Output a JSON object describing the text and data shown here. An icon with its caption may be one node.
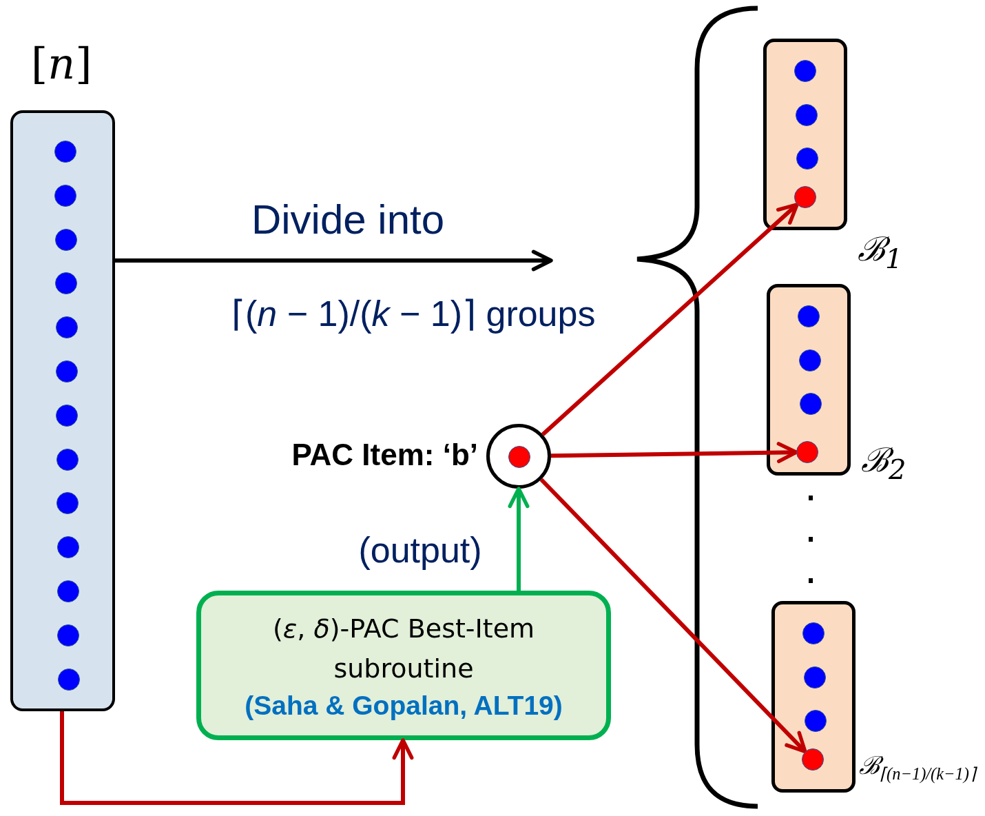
{
  "diagram": {
    "nodes": [
      {
        "text": [
          "[*n*]"
        ]
      },
      {
        "text": [
          "(*ε*, *δ*)-PAC Best-Item subroutine",
          "(Saha & Gopalan, ALT19)"
        ]
      },
      {
        "text": [],
        "shape": "circle",
        "beside": [
          "PAC Item: ‘b’"
        ]
      },
      {
        "text": [
          "ℬ$_{1}$"
        ]
      },
      {
        "text": [],
        "shape": "circle",
        "in": 3
      },
      {
        "text": [
          "ℬ$_{2}$"
        ]
      },
      {
        "text": [],
        "shape": "circle",
        "in": 5
      },
      {
        "text": [
          "ℬ$_{⌈(n−1)/(k−1)⌉}$"
        ]
      },
      {
        "text": [],
        "shape": "circle",
        "in": 7
      }
    ],
    "edges": [
      {
        "from": 0,
        "to": 1,
        "arrow": "to"
      },
      {
        "from": 1,
        "to": 2,
        "arrow": "to",
        "label": "(output)",
        "color": "#00b050"
      },
      {
        "from": 2,
        "to": 4,
        "arrow": "to"
      },
      {
        "from": 2,
        "to": 6,
        "arrow": "to"
      },
      {
        "from": 2,
        "to": 8,
        "arrow": "to"
      },
      {
        "from": 0,
        "to": null,
        "arrow": "to",
        "label": "Divide into",
        "color": "#000000"
      }
    ],
    "labels": [
      "⌈(*n* − 1)/(*k* − 1)⌉ groups"
    ]
  }
}
